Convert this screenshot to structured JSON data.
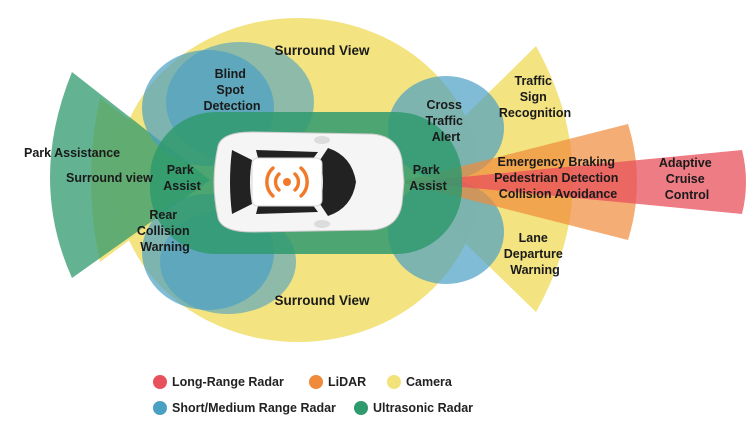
{
  "colors": {
    "long_range_radar": "#e8505b",
    "lidar": "#f08a3a",
    "camera": "#f2e27a",
    "short_medium_radar": "#4a9fc4",
    "ultrasonic": "#2f9a6e",
    "car_body": "#f5f5f5",
    "car_glass": "#222222",
    "sensor_icon": "#f07a2a"
  },
  "icons": {
    "sensor": "wifi-signal-icon"
  },
  "labels": {
    "surround_view_top": "Surround View",
    "surround_view_bottom": "Surround View",
    "blind_spot": [
      "Blind",
      "Spot",
      "Detection"
    ],
    "park_assistance": "Park Assistance",
    "surround_view_left": "Surround view",
    "park_assist_rear": [
      "Park",
      "Assist"
    ],
    "rear_collision": [
      "Rear",
      "Collision",
      "Warning"
    ],
    "cross_traffic": [
      "Cross",
      "Traffic",
      "Alert"
    ],
    "park_assist_front": [
      "Park",
      "Assist"
    ],
    "traffic_sign": [
      "Traffic",
      "Sign",
      "Recognition"
    ],
    "emergency": [
      "Emergency Braking",
      "Pedestrian Detection",
      "Collision Avoidance"
    ],
    "adaptive_cruise": [
      "Adaptive",
      "Cruise",
      "Control"
    ],
    "lane_departure": [
      "Lane",
      "Departure",
      "Warning"
    ]
  },
  "legend": [
    {
      "label": "Long-Range Radar",
      "color": "#e8505b"
    },
    {
      "label": "LiDAR",
      "color": "#f08a3a"
    },
    {
      "label": "Camera",
      "color": "#f2e27a"
    },
    {
      "label": "Short/Medium Range Radar",
      "color": "#4a9fc4"
    },
    {
      "label": "Ultrasonic Radar",
      "color": "#2f9a6e"
    }
  ]
}
